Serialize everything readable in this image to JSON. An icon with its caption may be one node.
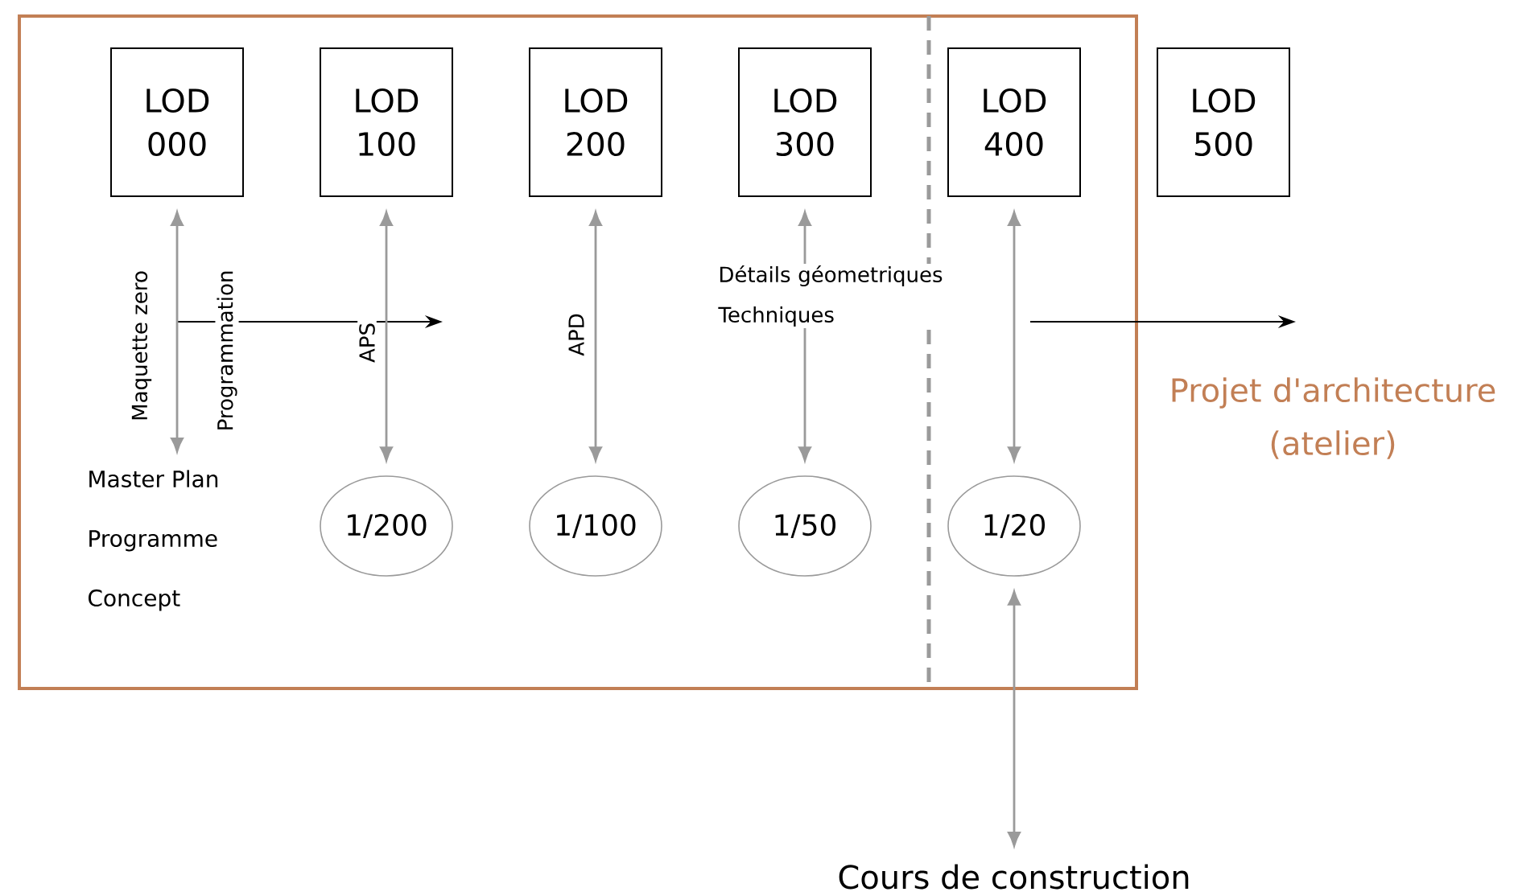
{
  "diagram": {
    "nodes": [
      {
        "text": [
          "LOD 000"
        ]
      },
      {
        "text": [
          "LOD 100"
        ]
      },
      {
        "text": [
          "LOD 200"
        ]
      },
      {
        "text": [
          "LOD 300"
        ]
      },
      {
        "text": [
          "LOD 400"
        ]
      },
      {
        "text": [
          "LOD 500"
        ]
      },
      {
        "text": [
          "1/200"
        ]
      },
      {
        "text": [
          "1/100"
        ]
      },
      {
        "text": [
          "1/50"
        ]
      },
      {
        "text": [
          "1/20"
        ]
      },
      {
        "text": [
          "Master Plan",
          "Programme",
          "Concept"
        ]
      },
      {
        "text": [
          "Cours de construction"
        ]
      }
    ],
    "edges": [
      {
        "from": 0,
        "to": 10,
        "arrow": "both",
        "label": "Maquette zero"
      },
      {
        "from": 1,
        "to": 6,
        "arrow": "both",
        "label": "APS"
      },
      {
        "from": 2,
        "to": 7,
        "arrow": "both",
        "label": "APD"
      },
      {
        "from": 3,
        "to": 8,
        "arrow": "both",
        "label": "Détails géometriques Techniques"
      },
      {
        "from": 4,
        "to": 9,
        "arrow": "both"
      },
      {
        "from": 9,
        "to": 11,
        "arrow": "both"
      }
    ],
    "labels": [
      "Programmation",
      "Projet d'architecture (atelier)"
    ]
  }
}
